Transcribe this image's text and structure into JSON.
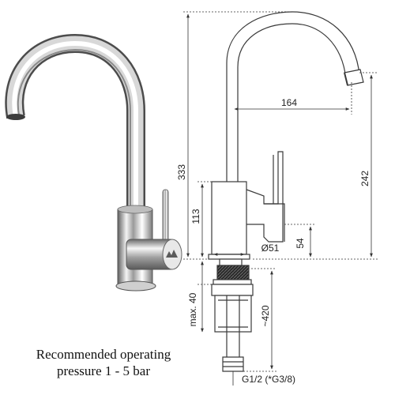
{
  "caption": {
    "line1": "Recommended operating",
    "line2": "pressure 1 - 5 bar"
  },
  "dimensions": {
    "height_total": "333",
    "spout_reach": "164",
    "spout_height": "242",
    "body_height": "113",
    "body_diameter": "Ø51",
    "lever_offset": "54",
    "shank_max": "max. 40",
    "hose_length": "~420",
    "thread": "G1/2 (*G3/8)"
  },
  "colors": {
    "line": "#3a3a3a",
    "chrome_dark": "#6e6e6e",
    "chrome_light": "#f2f2f2"
  }
}
